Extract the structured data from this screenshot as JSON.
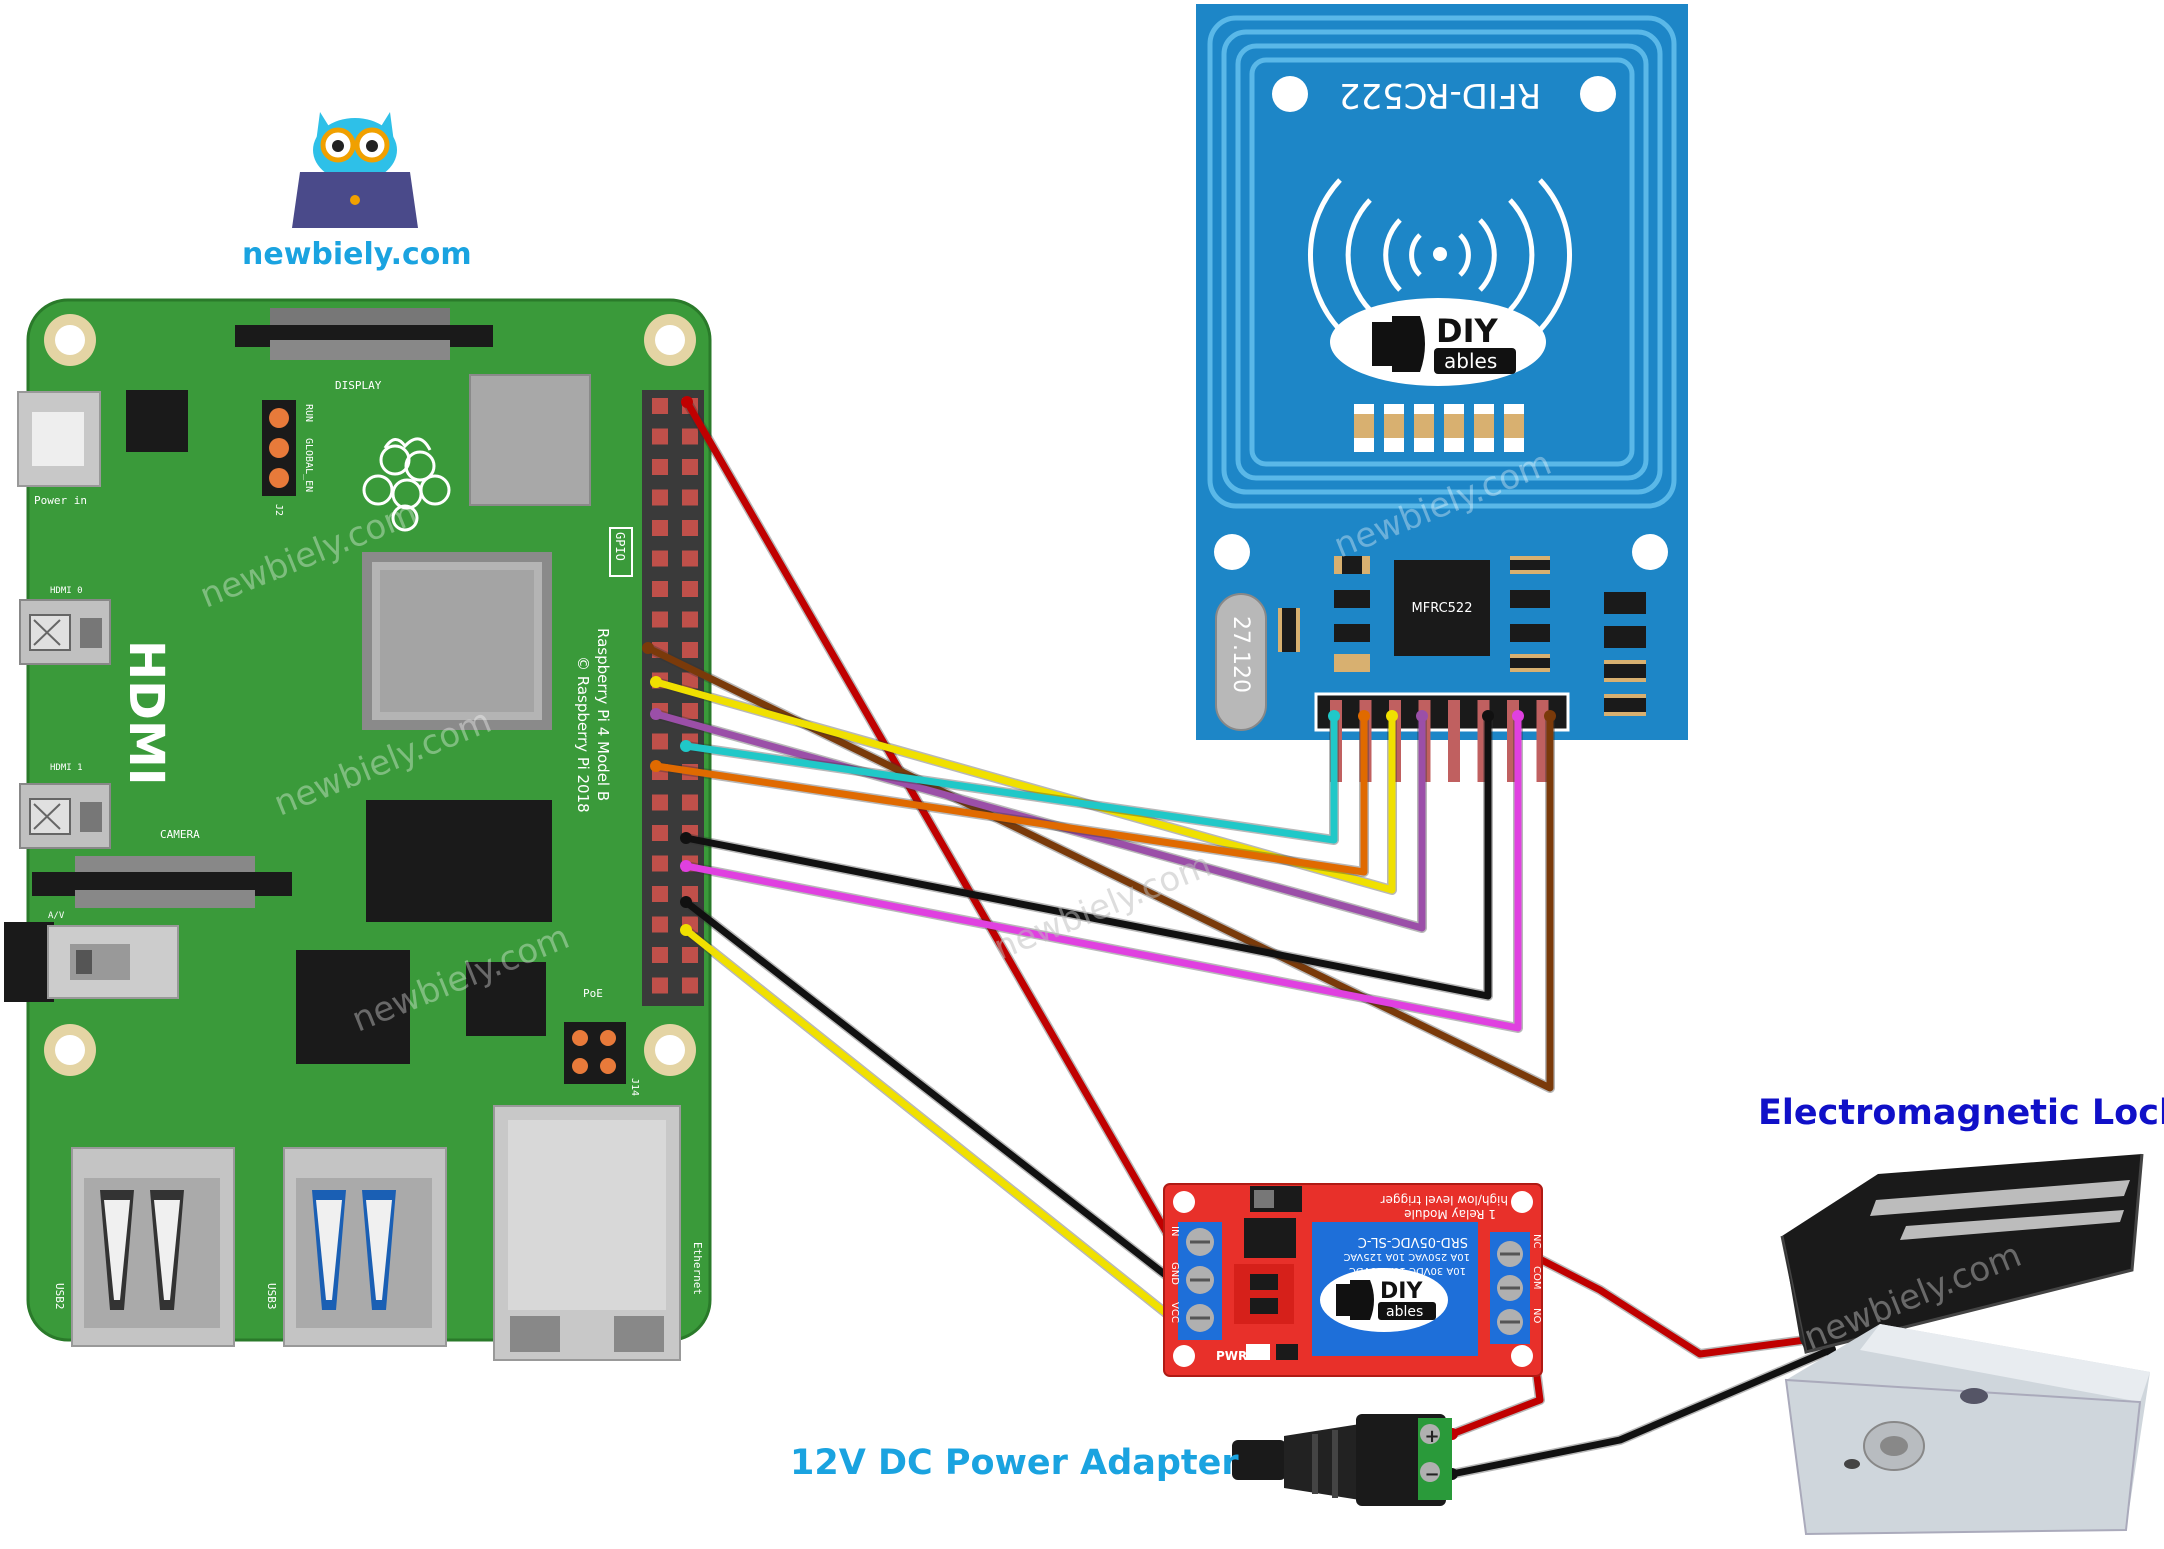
{
  "logo": {
    "text": "newbiely.com",
    "color": "#1aa3e0"
  },
  "watermark": "newbiely.com",
  "labels": {
    "electromagnetic_lock": "Electromagnetic Lock",
    "power_adapter": "12V DC Power Adapter",
    "lock_color": "#1010c8",
    "adapter_color": "#1aa3e0"
  },
  "raspberry_pi": {
    "model_line1": "Raspberry Pi 4 Model B",
    "model_line2": "© Raspberry Pi 2018",
    "hdmi": "HDMI",
    "display": "DISPLAY",
    "camera": "CAMERA",
    "power_in": "Power in",
    "hdmi0": "HDMI 0",
    "hdmi1": "HDMI 1",
    "av": "A/V",
    "poe": "PoE",
    "gpio": "GPIO",
    "run": "RUN",
    "global_en": "GLOBAL_EN",
    "j2": "J2",
    "j14": "J14",
    "usb2": "USB2",
    "usb3": "USB3",
    "ethernet": "Ethernet",
    "board_color": "#3a9a3a"
  },
  "rfid": {
    "title": "RFID-RC522",
    "chip": "MFRC522",
    "crystal": "27.120",
    "brand_main": "DIY",
    "brand_sub": "ables",
    "board_color": "#1d86c7"
  },
  "relay": {
    "line1": "1 Relay Module",
    "line2": "high/low level trigger",
    "relay_text1": "SRD-05VDC-SL-C",
    "relay_text2": "10A 250VAC  10A 125VAC",
    "relay_text3": "10A 30VDC  10A 28VDC",
    "brand_main": "DIY",
    "brand_sub": "ables",
    "pwr": "PWR",
    "in1": "IN",
    "in2": "GND",
    "in3": "VCC",
    "out1": "NC",
    "out2": "COM",
    "out3": "NO",
    "board_color": "#e8302a"
  },
  "wire_colors": {
    "red": "#c00000",
    "brown": "#7a3a0a",
    "yellow": "#f0e000",
    "purple": "#9b4fa8",
    "cyan": "#20c8c8",
    "orange": "#e06a00",
    "black": "#111111",
    "magenta": "#e040e0"
  }
}
